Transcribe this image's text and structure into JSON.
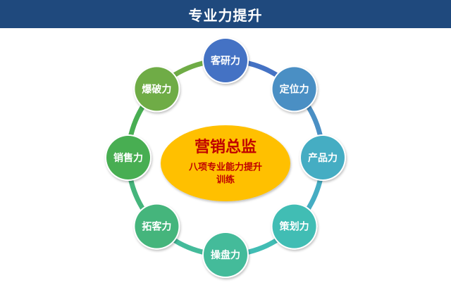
{
  "header": {
    "title": "专业力提升"
  },
  "center": {
    "title": "营销总监",
    "subtitle_line1": "八项专业能力提升",
    "subtitle_line2": "训练",
    "fill_color": "#ffc000",
    "text_color": "#c00000"
  },
  "nodes": [
    {
      "label": "客研力",
      "color": "#4472c4"
    },
    {
      "label": "定位力",
      "color": "#4a8fc4"
    },
    {
      "label": "产品力",
      "color": "#45adc3"
    },
    {
      "label": "策划力",
      "color": "#41bdb4"
    },
    {
      "label": "操盘力",
      "color": "#44bb9a"
    },
    {
      "label": "拓客力",
      "color": "#45b57c"
    },
    {
      "label": "销售力",
      "color": "#48ae52"
    },
    {
      "label": "爆破力",
      "color": "#6fac46"
    }
  ],
  "colors": {
    "header_bg": "#1f497d",
    "header_text": "#ffffff"
  }
}
